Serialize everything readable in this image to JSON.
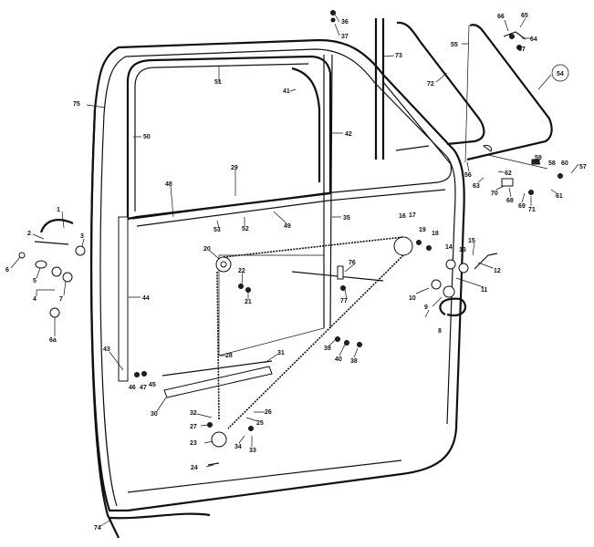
{
  "diagram": {
    "title_visible": false,
    "callouts": {
      "n1": "1",
      "n2": "2",
      "n3": "3",
      "n4": "4",
      "n5": "5",
      "n6": "6",
      "n6a": "6a",
      "n7": "7",
      "n8": "8",
      "n9": "9",
      "n10": "10",
      "n11": "11",
      "n12": "12",
      "n13": "13",
      "n14": "14",
      "n15": "15",
      "n16": "16",
      "n17": "17",
      "n18": "18",
      "n19": "19",
      "n20": "20",
      "n21": "21",
      "n22": "22",
      "n23": "23",
      "n24": "24",
      "n25": "25",
      "n26": "26",
      "n27": "27",
      "n28": "28",
      "n29": "29",
      "n30": "30",
      "n31": "31",
      "n32": "32",
      "n33": "33",
      "n34": "34",
      "n35": "35",
      "n36": "36",
      "n37": "37",
      "n38": "38",
      "n39": "39",
      "n40": "40",
      "n41": "41",
      "n42": "42",
      "n43": "43",
      "n44": "44",
      "n45": "45",
      "n46": "46",
      "n47": "47",
      "n48": "48",
      "n49": "49",
      "n50": "50",
      "n51": "51",
      "n52": "52",
      "n53": "53",
      "n54": "54",
      "n55": "55",
      "n56": "56",
      "n57": "57",
      "n58": "58",
      "n59": "59",
      "n60": "60",
      "n61": "61",
      "n62": "62",
      "n63": "63",
      "n64": "64",
      "n65": "65",
      "n66": "66",
      "n67": "67",
      "n68": "68",
      "n69": "69",
      "n70": "70",
      "n71": "71",
      "n72": "72",
      "n73": "73",
      "n74": "74",
      "n75": "75",
      "n76": "76",
      "n77": "77"
    }
  }
}
